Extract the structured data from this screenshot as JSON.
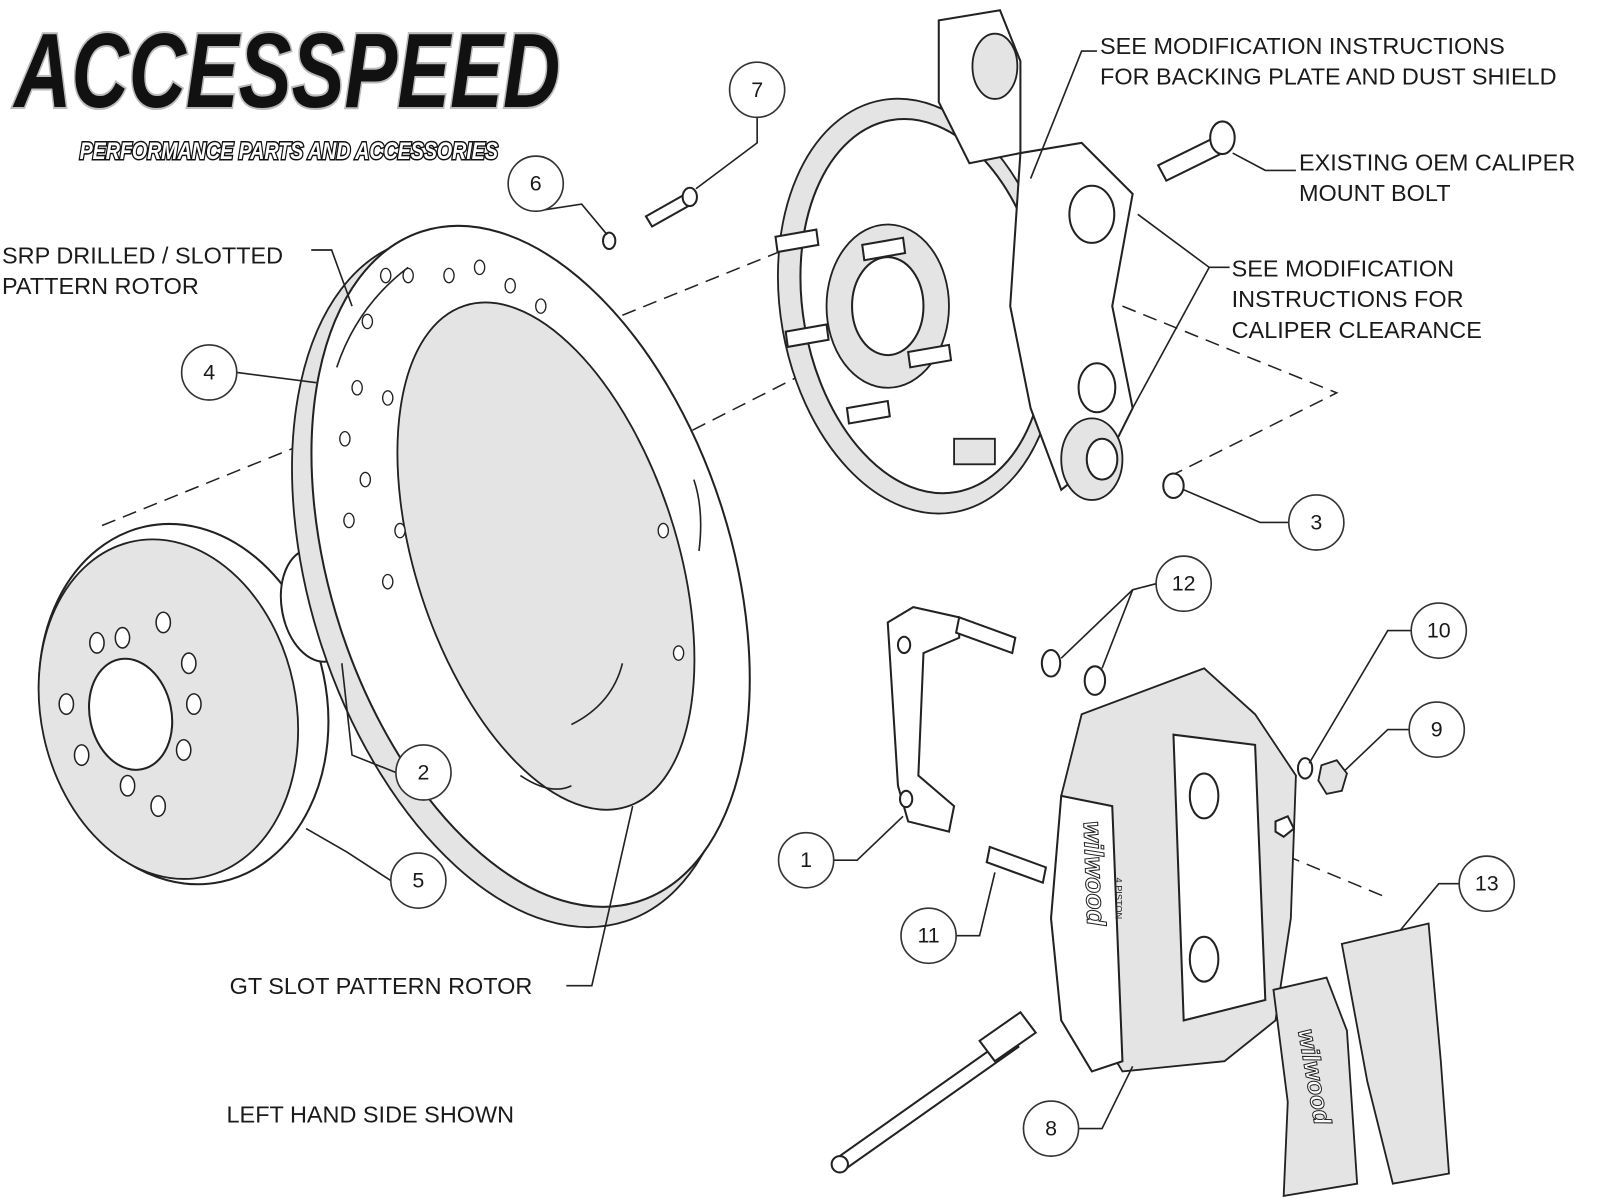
{
  "logo": {
    "brand": "ACCESSPEED",
    "tagline": "PERFORMANCE PARTS AND ACCESSORIES"
  },
  "labels": {
    "srp_rotor_line1": "SRP DRILLED / SLOTTED",
    "srp_rotor_line2": "PATTERN ROTOR",
    "gt_rotor": "GT SLOT PATTERN ROTOR",
    "left_side": "LEFT HAND SIDE SHOWN",
    "backing_line1": "SEE MODIFICATION INSTRUCTIONS",
    "backing_line2": "FOR BACKING PLATE AND DUST SHIELD",
    "oem_bolt_line1": "EXISTING OEM CALIPER",
    "oem_bolt_line2": "MOUNT BOLT",
    "clearance_line1": "SEE MODIFICATION",
    "clearance_line2": "INSTRUCTIONS FOR",
    "clearance_line3": "CALIPER CLEARANCE"
  },
  "callouts": [
    "1",
    "2",
    "3",
    "4",
    "5",
    "6",
    "7",
    "8",
    "9",
    "10",
    "11",
    "12",
    "13"
  ],
  "part_markings": {
    "caliper_brand": "wilwood",
    "caliper_type": "4 PISTON",
    "pad_brand": "wilwood"
  }
}
